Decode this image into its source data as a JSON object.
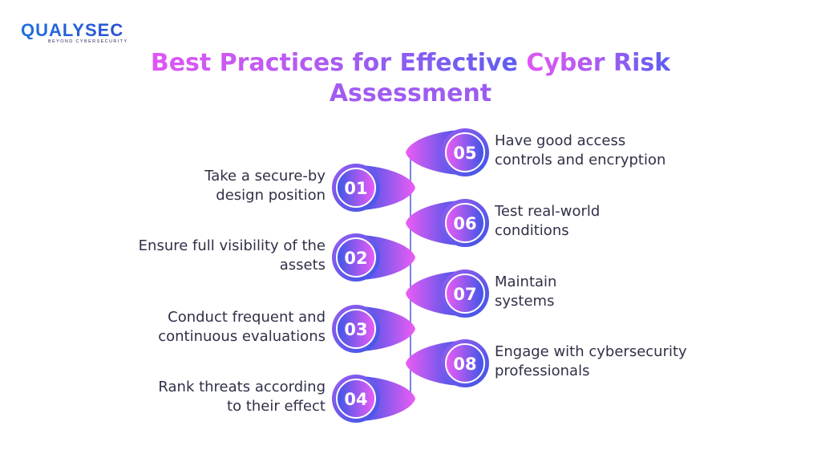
{
  "brand": {
    "name": "QUALYSEC",
    "tagline": "BEYOND CYBERSECURITY"
  },
  "title_line1": {
    "part1": "Best Practices for Effective ",
    "part2": "Cyber Risk"
  },
  "title_line2": "Assessment",
  "colors": {
    "pink": "#ec5cf5",
    "purple": "#9a5cf0",
    "blue": "#3b56e6",
    "axis": "#7a82e6",
    "text": "#303048"
  },
  "steps_left": [
    {
      "num": "01",
      "lines": [
        "Take a secure-by",
        "design position"
      ]
    },
    {
      "num": "02",
      "lines": [
        "Ensure full visibility of the",
        "assets"
      ]
    },
    {
      "num": "03",
      "lines": [
        "Conduct frequent and",
        "continuous evaluations"
      ]
    },
    {
      "num": "04",
      "lines": [
        "Rank threats according",
        "to their effect"
      ]
    }
  ],
  "steps_right": [
    {
      "num": "05",
      "lines": [
        "Have good access",
        "controls and encryption"
      ]
    },
    {
      "num": "06",
      "lines": [
        "Test real-world",
        "conditions"
      ]
    },
    {
      "num": "07",
      "lines": [
        "Maintain",
        "systems"
      ]
    },
    {
      "num": "08",
      "lines": [
        "Engage with cybersecurity",
        "professionals"
      ]
    }
  ]
}
